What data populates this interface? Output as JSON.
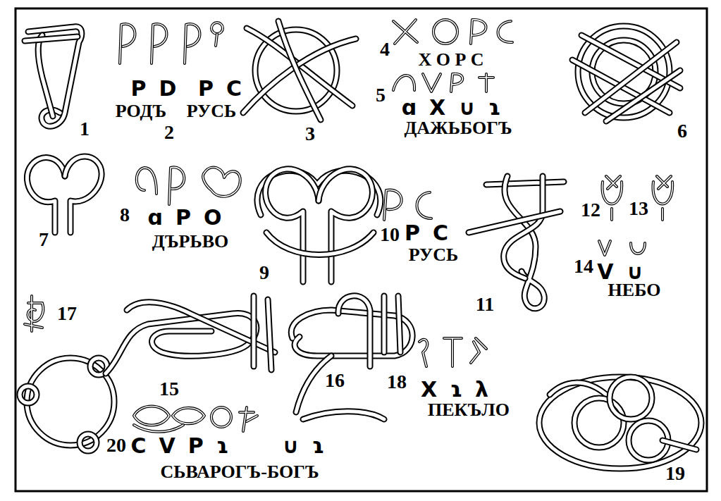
{
  "diagram": {
    "labels": [
      "1",
      "P D",
      "P C",
      "РОДЪ",
      "РУСЬ",
      "2",
      "3",
      "4",
      "Х О Р С",
      "5",
      "ɑ X ∪ ɿ",
      "ДАЖЬБОГЪ",
      "6",
      "7",
      "ɑ P O",
      "8",
      "ДЪРЬВО",
      "9",
      "10",
      "P C",
      "РУСЬ",
      "11",
      "12",
      "13",
      "14",
      "V ∪",
      "НЕБО",
      "17",
      "15",
      "16",
      "18",
      "X ɿ λ",
      "ПЕКЪЛО",
      "19",
      "20",
      "C V P ɿ",
      "∪ ɿ",
      "СЬВАРОГЪ-БОГЪ"
    ]
  }
}
